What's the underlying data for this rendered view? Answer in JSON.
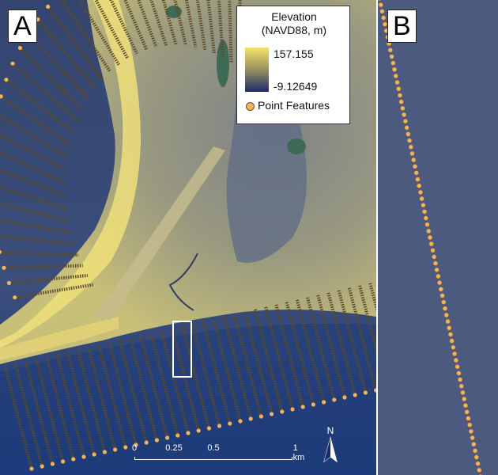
{
  "panel_labels": {
    "a": "A",
    "b": "B"
  },
  "legend": {
    "title_line1": "Elevation",
    "title_line2": "(NAVD88, m)",
    "max_value": "157.155",
    "min_value": "-9.12649",
    "ramp_colors": [
      "#f5e36a",
      "#96915f",
      "#1d2b6e"
    ],
    "point_label": "Point Features",
    "point_color": "#f2b45a"
  },
  "scale_bar": {
    "ticks": [
      "0",
      "0.25",
      "0.5",
      "1 km"
    ]
  },
  "north_arrow": {
    "label": "N"
  },
  "colors": {
    "deep_water": "#1d2b6e",
    "mid_water": "#4d5c80",
    "sand": "#f0df7a",
    "transect_line": "#5b4a2a",
    "transect_point": "#f2b45a",
    "highlight_box": "#ffffff"
  }
}
